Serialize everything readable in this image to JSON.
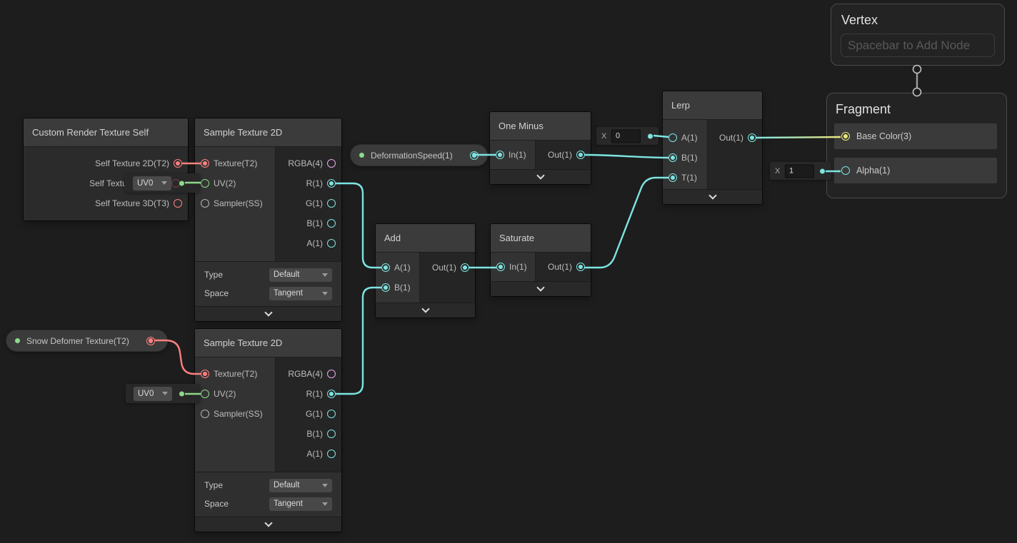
{
  "colors": {
    "canvas": "#1d1d1d",
    "cyan": "#7de5e1",
    "green": "#8cd98c",
    "red": "#ff8080",
    "pink": "#eba8eb",
    "yellow": "#ece87b",
    "gray": "#b4b4b4"
  },
  "nodes": {
    "crts": {
      "title": "Custom Render Texture Self",
      "outputs": [
        "Self Texture 2D(T2)",
        "Self Texture Cube(C)",
        "Self Texture 3D(T3)"
      ]
    },
    "sample_top": {
      "title": "Sample Texture 2D",
      "inputs": [
        "Texture(T2)",
        "UV(2)",
        "Sampler(SS)"
      ],
      "outputs": [
        "RGBA(4)",
        "R(1)",
        "G(1)",
        "B(1)",
        "A(1)"
      ],
      "type_label": "Type",
      "type_value": "Default",
      "space_label": "Space",
      "space_value": "Tangent"
    },
    "sample_bottom": {
      "title": "Sample Texture 2D",
      "inputs": [
        "Texture(T2)",
        "UV(2)",
        "Sampler(SS)"
      ],
      "outputs": [
        "RGBA(4)",
        "R(1)",
        "G(1)",
        "B(1)",
        "A(1)"
      ],
      "type_label": "Type",
      "type_value": "Default",
      "space_label": "Space",
      "space_value": "Tangent"
    },
    "one_minus": {
      "title": "One Minus",
      "inputs": [
        "In(1)"
      ],
      "outputs": [
        "Out(1)"
      ]
    },
    "add": {
      "title": "Add",
      "inputs": [
        "A(1)",
        "B(1)"
      ],
      "outputs": [
        "Out(1)"
      ]
    },
    "saturate": {
      "title": "Saturate",
      "inputs": [
        "In(1)"
      ],
      "outputs": [
        "Out(1)"
      ]
    },
    "lerp": {
      "title": "Lerp",
      "inputs": [
        "A(1)",
        "B(1)",
        "T(1)"
      ],
      "outputs": [
        "Out(1)"
      ]
    }
  },
  "properties": {
    "snow_deformer": "Snow Defomer Texture(T2)",
    "deformation_speed": "DeformationSpeed(1)"
  },
  "widgets": {
    "uv_top": "UV0",
    "uv_bottom": "UV0",
    "lerp_a": {
      "label": "X",
      "value": "0"
    },
    "alpha": {
      "label": "X",
      "value": "1"
    }
  },
  "stack": {
    "vertex": {
      "title": "Vertex",
      "placeholder": "Spacebar to Add Node"
    },
    "fragment": {
      "title": "Fragment",
      "ports": [
        "Base Color(3)",
        "Alpha(1)"
      ]
    }
  },
  "connections": [
    {
      "from": "Custom Render Texture Self.Self Texture 2D(T2)",
      "to": "Sample Texture 2D (top).Texture(T2)"
    },
    {
      "from": "UV0",
      "to": "Sample Texture 2D (top).UV(2)"
    },
    {
      "from": "Snow Defomer Texture(T2)",
      "to": "Sample Texture 2D (bottom).Texture(T2)"
    },
    {
      "from": "UV0",
      "to": "Sample Texture 2D (bottom).UV(2)"
    },
    {
      "from": "Sample Texture 2D (top).R(1)",
      "to": "Add.A(1)"
    },
    {
      "from": "Sample Texture 2D (bottom).R(1)",
      "to": "Add.B(1)"
    },
    {
      "from": "Add.Out(1)",
      "to": "Saturate.In(1)"
    },
    {
      "from": "DeformationSpeed(1)",
      "to": "One Minus.In(1)"
    },
    {
      "from": "One Minus.Out(1)",
      "to": "Lerp.B(1)"
    },
    {
      "from": "Saturate.Out(1)",
      "to": "Lerp.T(1)"
    },
    {
      "from": "Lerp.Out(1)",
      "to": "Fragment.Base Color(3)"
    },
    {
      "from": "X=0",
      "to": "Lerp.A(1)"
    },
    {
      "from": "X=1",
      "to": "Fragment.Alpha(1)"
    },
    {
      "from": "Vertex",
      "to": "Fragment"
    }
  ]
}
